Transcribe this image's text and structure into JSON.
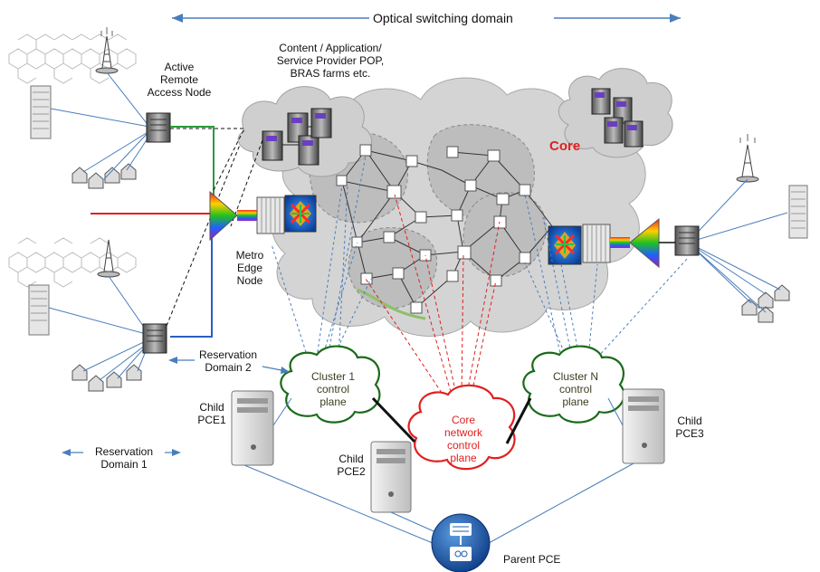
{
  "header": {
    "domain_title": "Optical switching domain"
  },
  "labels": {
    "content_pop": [
      "Content / Application/",
      "Service Provider POP,",
      "BRAS farms etc."
    ],
    "active_node": [
      "Active",
      "Remote",
      "Access Node"
    ],
    "core": "Core",
    "metro_edge": [
      "Metro",
      "Edge",
      "Node"
    ],
    "reservation_domain_2": [
      "Reservation",
      "Domain 2"
    ],
    "reservation_domain_1": [
      "Reservation",
      "Domain 1"
    ],
    "cluster_1": [
      "Cluster 1",
      "control",
      "plane"
    ],
    "cluster_n": [
      "Cluster N",
      "control",
      "plane"
    ],
    "core_control": [
      "Core",
      "network",
      "control",
      "plane"
    ],
    "child_pce1": [
      "Child",
      "PCE1"
    ],
    "child_pce2": [
      "Child",
      "PCE2"
    ],
    "child_pce3": [
      "Child",
      "PCE3"
    ],
    "parent_pce": "Parent PCE"
  },
  "colors": {
    "arrow_blue": "#4a7ebb",
    "core_red": "#e02020",
    "cluster_green": "#1a6b1a",
    "cloud_fill": "#d4d4d4",
    "pce_blue": "#1f5fa8"
  }
}
